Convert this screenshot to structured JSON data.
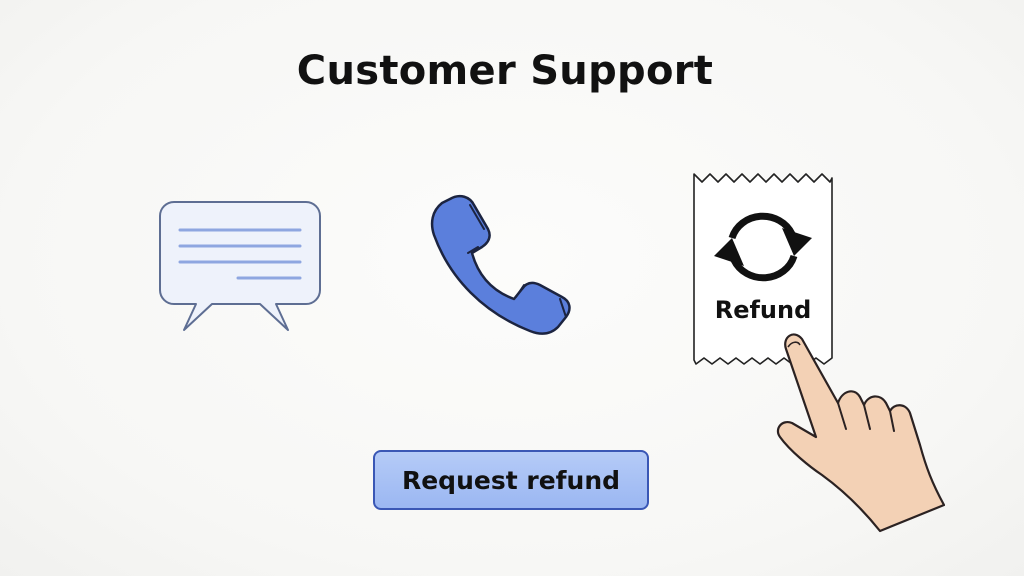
{
  "header": {
    "title": "Customer Support"
  },
  "options": {
    "chat": {
      "icon": "chat-bubble-icon"
    },
    "phone": {
      "icon": "phone-icon"
    },
    "refund": {
      "icon": "refresh-icon",
      "label": "Refund"
    }
  },
  "cta": {
    "label": "Request refund"
  },
  "colors": {
    "accent": "#5b7fdc",
    "accent_light": "#a9c2f5",
    "chat_fill": "#eef2fb",
    "outline": "#1c2440"
  }
}
